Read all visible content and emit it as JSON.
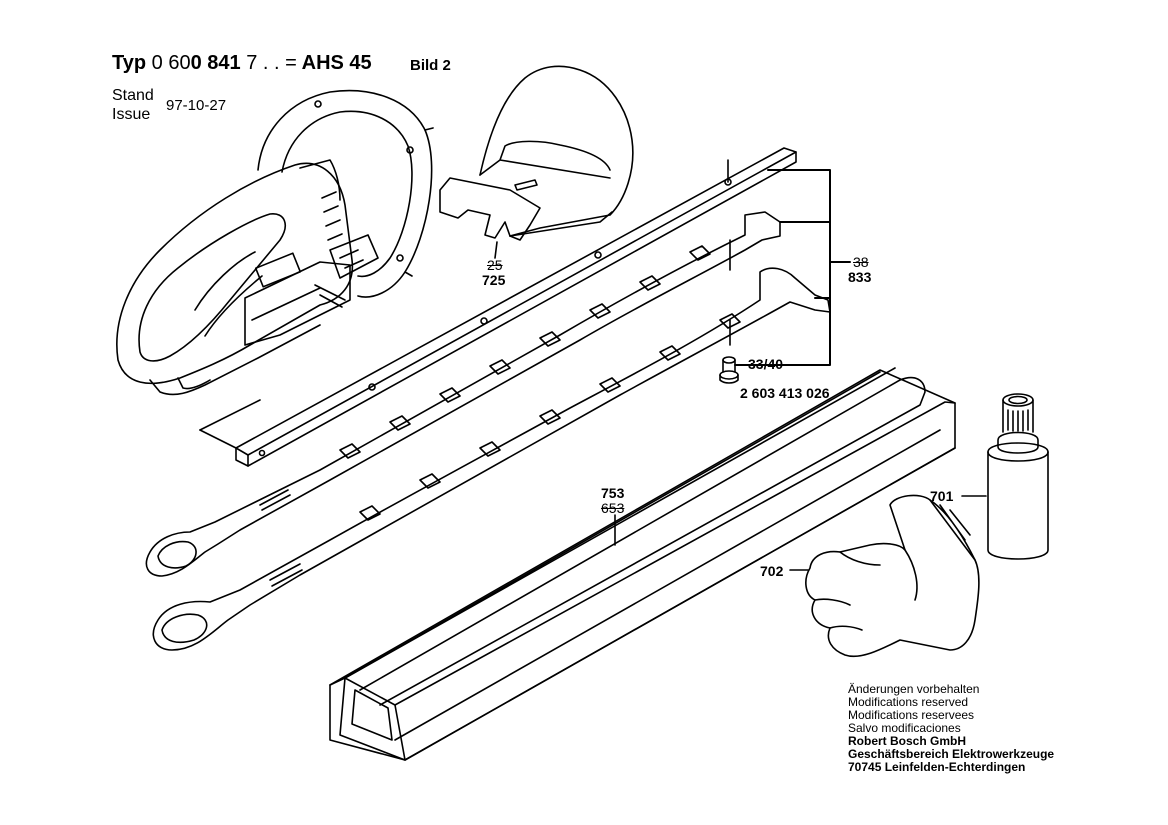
{
  "header": {
    "typ_label": "Typ",
    "model_number_prefix": "0 60",
    "model_number_bold": "0 841",
    "model_number_suffix": " 7 . . =",
    "model_name": "AHS 45",
    "bild": "Bild 2",
    "stand_label": "Stand",
    "issue_label": "Issue",
    "date": "97-10-27"
  },
  "parts": {
    "p725_old": "25",
    "p725": "725",
    "p833_old": "38",
    "p833": "833",
    "p33_40": "33/40",
    "part_number": "2 603 413 026",
    "p753": "753",
    "p753_old": "653",
    "p701": "701",
    "p702": "702"
  },
  "notes": {
    "line1": "Änderungen vorbehalten",
    "line2": "Modifications reserved",
    "line3": "Modifications reservees",
    "line4": "Salvo modificaciones",
    "company1": "Robert Bosch GmbH",
    "company2": "Geschäftsbereich Elektrowerkzeuge",
    "company3": "70745 Leinfelden-Echterdingen"
  }
}
